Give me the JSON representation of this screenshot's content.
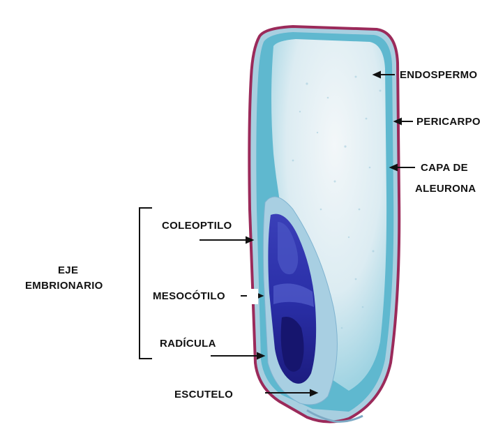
{
  "labels": {
    "endospermo": "ENDOSPERMO",
    "pericarpo": "PERICARPO",
    "capa_de": "CAPA DE",
    "aleurona": "ALEURONA",
    "coleoptilo": "COLEOPTILO",
    "eje": "EJE",
    "embrionario": "EMBRIONARIO",
    "mesocotilo": "MESOCÓTILO",
    "radicula": "RADÍCULA",
    "escutelo": "ESCUTELO"
  },
  "colors": {
    "pericarp": "#9b2a5a",
    "aleurone": "#5fb8cf",
    "endosperm": "#dfeef4",
    "scutellum": "#a8cfe2",
    "embryo": "#2a2fa8",
    "embryo_dark": "#16156e",
    "arrow": "#111111"
  }
}
